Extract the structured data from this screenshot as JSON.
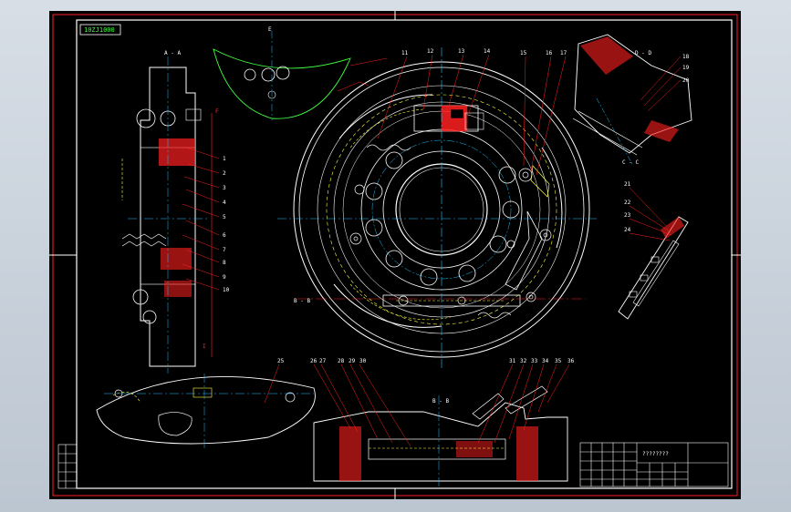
{
  "sheet": {
    "colors": {
      "background": "#000000",
      "outline": "#ffffff",
      "frame": "#ff2020",
      "centerline": "#20c0ff",
      "hidden": "#ffff40",
      "section": "#ff3030",
      "green": "#40ff40",
      "leader": "#ff2020"
    }
  },
  "drawing_number_box": "10ZJ1000",
  "title_block": {
    "title": "????????"
  },
  "section_labels": {
    "a": "A - A",
    "b": "B - B",
    "c": "C - C",
    "d": "D - D",
    "f": "F",
    "e": "E",
    "i": "I"
  },
  "part_numbers": {
    "left": [
      "1",
      "2",
      "3",
      "4",
      "5",
      "6",
      "7",
      "8",
      "9",
      "10"
    ],
    "top": [
      "11",
      "12",
      "13",
      "14",
      "15",
      "16",
      "17"
    ],
    "right_top": [
      "18",
      "19",
      "20"
    ],
    "right_mid": [
      "21",
      "22",
      "23",
      "24"
    ],
    "bottom": [
      "25",
      "26",
      "27",
      "28",
      "29",
      "30",
      "31",
      "32",
      "33",
      "34",
      "35",
      "36"
    ]
  }
}
